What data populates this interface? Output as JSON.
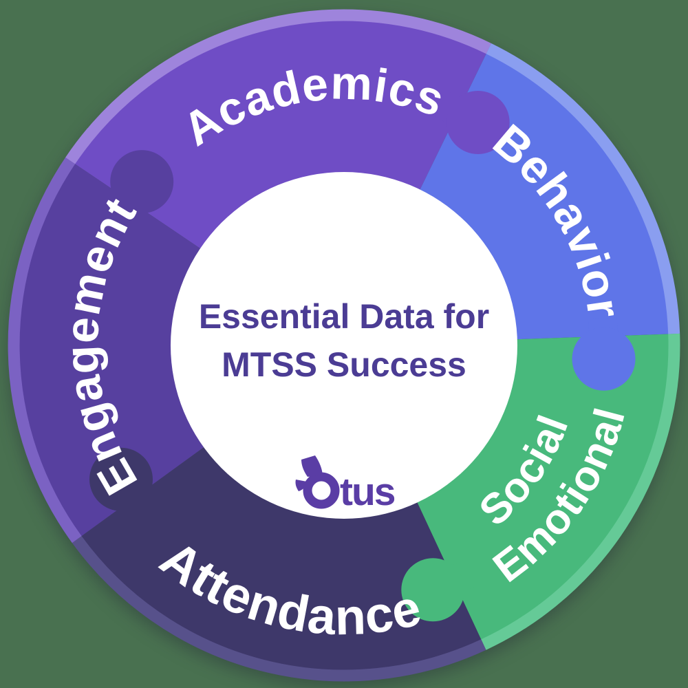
{
  "background_color": "#497150",
  "label_color": "#ffffff",
  "center": {
    "heading_line1": "Essential Data for",
    "heading_line2": "MTSS Success",
    "heading_color": "#4b3c94",
    "circle_color": "#ffffff"
  },
  "logo": {
    "brand": "Otus",
    "wordmark_text": "tus",
    "color": "#5a3da5"
  },
  "segments": [
    {
      "id": "academics",
      "label": "Academics",
      "color": "#6f4dc5",
      "rim_color": "#9e84dc"
    },
    {
      "id": "behavior",
      "label": "Behavior",
      "color": "#5f75e8",
      "rim_color": "#8a9ef0"
    },
    {
      "id": "social-emotional",
      "label_line1": "Social",
      "label_line2": "Emotional",
      "color": "#48b97c",
      "rim_color": "#65ca97"
    },
    {
      "id": "attendance",
      "label": "Attendance",
      "color": "#3e386a",
      "rim_color": "#57518b"
    },
    {
      "id": "engagement",
      "label": "Engagement",
      "color": "#57409f",
      "rim_color": "#7b62c3"
    }
  ]
}
